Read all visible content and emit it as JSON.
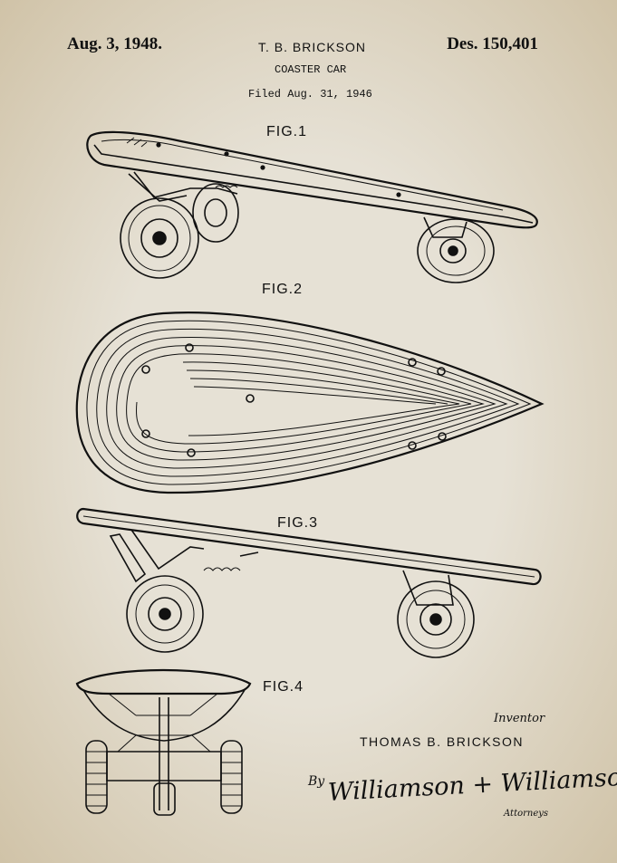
{
  "header": {
    "date": "Aug. 3, 1948.",
    "inventor": "T. B. BRICKSON",
    "design_number": "Des. 150,401"
  },
  "title": "COASTER CAR",
  "filed": "Filed Aug. 31, 1946",
  "figures": {
    "fig1": "FIG.1",
    "fig2": "FIG.2",
    "fig3": "FIG.3",
    "fig4": "FIG.4"
  },
  "inventor_block": {
    "label": "Inventor",
    "name": "THOMAS B. BRICKSON"
  },
  "attorney_block": {
    "by": "By",
    "signature": "Williamson + Williamson",
    "label": "Attorneys"
  },
  "colors": {
    "paper": "#e6e1d5",
    "ink": "#111111"
  }
}
